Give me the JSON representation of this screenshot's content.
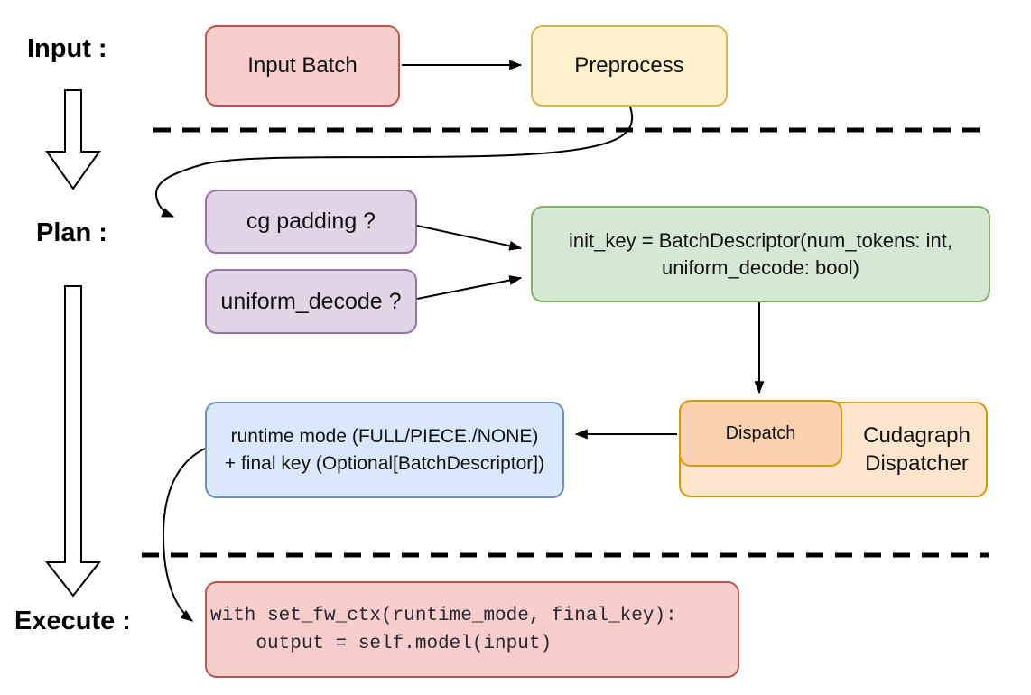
{
  "diagram": {
    "title_labels": {
      "input": "Input :",
      "plan": "Plan :",
      "execute": "Execute :"
    },
    "colors": {
      "red_fill": "#f8cecc",
      "red_stroke": "#b85450",
      "yellow_fill": "#fff2cc",
      "yellow_stroke": "#d6b656",
      "purple_fill": "#e1d5e7",
      "purple_stroke": "#9673a6",
      "green_fill": "#d5e8d4",
      "green_stroke": "#82b366",
      "blue_fill": "#dae8fc",
      "blue_stroke": "#6c8ebf",
      "orange_light_fill": "#ffe6cc",
      "orange_mid_fill": "#fcd2b2",
      "orange_stroke": "#d79b00",
      "line_color": "#000000"
    }
  },
  "nodes": {
    "input_batch": {
      "label": "Input Batch",
      "fill": "#f8cecc",
      "stroke": "#b85450"
    },
    "preprocess": {
      "label": "Preprocess",
      "fill": "#fff2cc",
      "stroke": "#d6b656"
    },
    "cg_padding": {
      "label": "cg padding ?",
      "fill": "#e1d5e7",
      "stroke": "#9673a6"
    },
    "uniform_decode": {
      "label": "uniform_decode ?",
      "fill": "#e1d5e7",
      "stroke": "#9673a6"
    },
    "init_key": {
      "lines": [
        "init_key = BatchDescriptor(num_tokens: int,",
        "uniform_decode: bool)"
      ],
      "fill": "#d5e8d4",
      "stroke": "#82b366"
    },
    "dispatch": {
      "label": "Dispatch",
      "fill": "#fcd2b2",
      "stroke": "#d79b00"
    },
    "cudagraph_dispatcher": {
      "lines": [
        "Cudagraph",
        "Dispatcher"
      ],
      "fill": "#ffe6cc",
      "stroke": "#d79b00"
    },
    "runtime_mode": {
      "lines": [
        "runtime mode (FULL/PIECE./NONE)",
        "+ final key (Optional[BatchDescriptor])"
      ],
      "fill": "#dae8fc",
      "stroke": "#6c8ebf"
    },
    "execute_code": {
      "lines": [
        "with set_fw_ctx(runtime_mode, final_key):",
        "    output = self.model(input)"
      ],
      "fill": "#f8cecc",
      "stroke": "#b85450"
    }
  }
}
